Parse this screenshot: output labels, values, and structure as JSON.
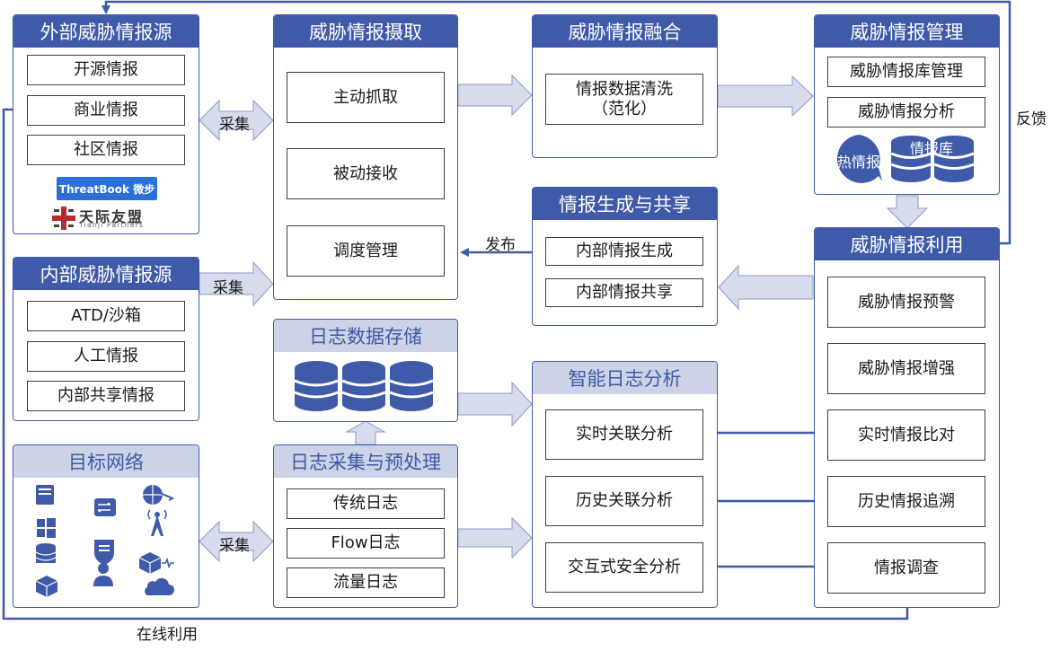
{
  "external": {
    "title": "外部威胁情报源",
    "items": [
      "开源情报",
      "商业情报",
      "社区情报"
    ],
    "logo1": "ThreatBook 微步",
    "logo2_text": "天际友盟",
    "logo2_sub": "Tianji Partners"
  },
  "internal": {
    "title": "内部威胁情报源",
    "items": [
      "ATD/沙箱",
      "人工情报",
      "内部共享情报"
    ]
  },
  "target": {
    "title": "目标网络",
    "icons": [
      "server-icon",
      "switch-icon",
      "globe-icon",
      "windows-icon",
      "antenna-icon",
      "database-icon",
      "firewall-icon",
      "cube-icon",
      "user-icon",
      "monitor-icon",
      "cube-icon",
      "cloud-icon"
    ]
  },
  "ingest": {
    "title": "威胁情报摄取",
    "items": [
      "主动抓取",
      "被动接收",
      "调度管理"
    ]
  },
  "log_storage": {
    "title": "日志数据存储"
  },
  "log_collect": {
    "title": "日志采集与预处理",
    "items": [
      "传统日志",
      "Flow日志",
      "流量日志"
    ]
  },
  "fusion": {
    "title": "威胁情报融合",
    "item": "情报数据清洗\n（范化）"
  },
  "generation": {
    "title": "情报生成与共享",
    "items": [
      "内部情报生成",
      "内部情报共享"
    ]
  },
  "log_analysis": {
    "title": "智能日志分析",
    "items": [
      "实时关联分析",
      "历史关联分析",
      "交互式安全分析"
    ]
  },
  "management": {
    "title": "威胁情报管理",
    "items": [
      "威胁情报库管理",
      "威胁情报分析"
    ],
    "hot_label": "热情报",
    "db_label": "情报库"
  },
  "usage": {
    "title": "威胁情报利用",
    "items": [
      "威胁情报预警",
      "威胁情报增强",
      "实时情报比对",
      "历史情报追溯",
      "情报调查"
    ]
  },
  "labels": {
    "collect1": "采集",
    "collect2": "采集",
    "collect3": "采集",
    "publish": "发布",
    "feedback": "反馈",
    "online": "在线利用"
  },
  "colors": {
    "primary": "#3f5aa8",
    "light": "#ccd3e6",
    "arrow_fill": "#d6dcec"
  }
}
